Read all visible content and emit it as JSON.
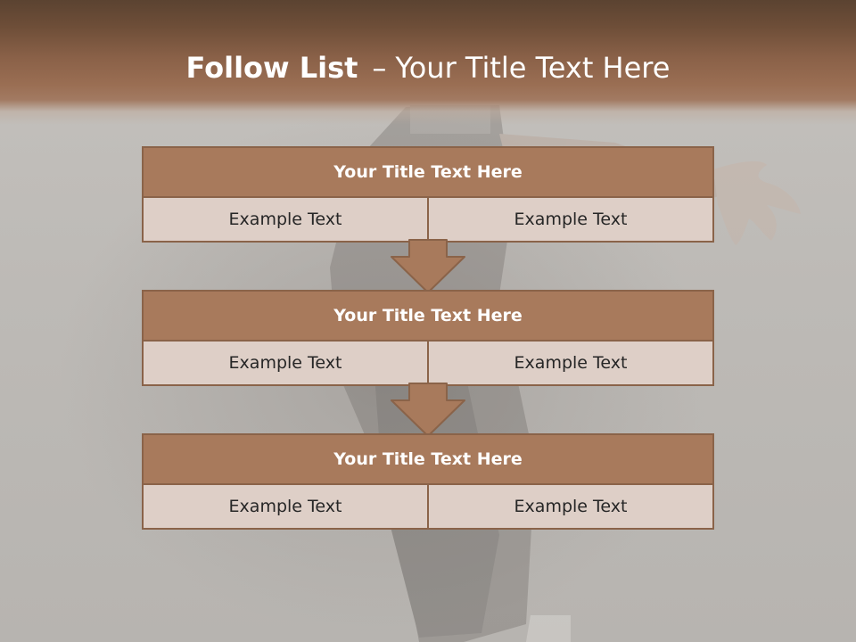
{
  "title": {
    "strong": "Follow List",
    "separator": "–",
    "rest": "Your Title Text Here"
  },
  "steps": [
    {
      "title": "Your Title Text Here",
      "cells": [
        "Example Text",
        "Example Text"
      ]
    },
    {
      "title": "Your Title Text Here",
      "cells": [
        "Example Text",
        "Example Text"
      ]
    },
    {
      "title": "Your Title Text Here",
      "cells": [
        "Example Text",
        "Example Text"
      ]
    }
  ],
  "colors": {
    "header_brown": "#6e4e38",
    "box_head": "#a87a5c",
    "box_body": "#decfc7",
    "border": "#8a6349",
    "background": "#bdbab6"
  },
  "icons": [
    "down-arrow-icon"
  ]
}
